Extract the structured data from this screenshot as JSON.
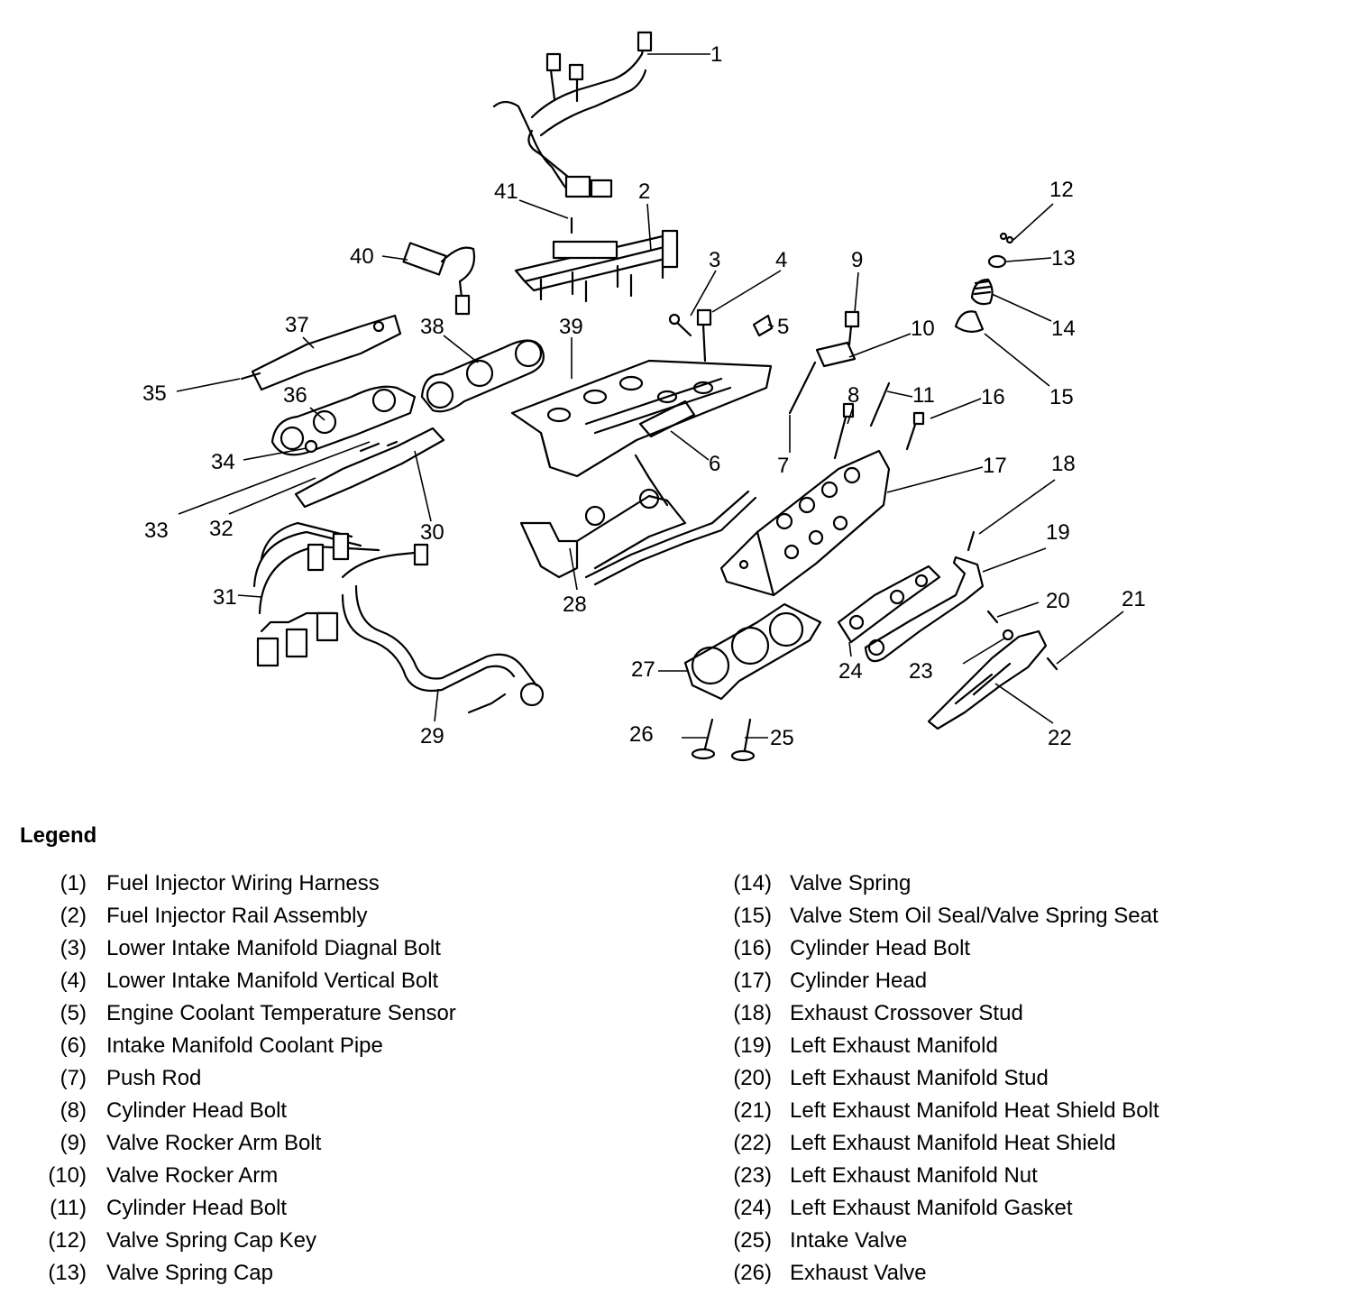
{
  "callouts": [
    "1",
    "2",
    "3",
    "4",
    "5",
    "6",
    "7",
    "8",
    "9",
    "10",
    "11",
    "12",
    "13",
    "14",
    "15",
    "16",
    "17",
    "18",
    "19",
    "20",
    "21",
    "22",
    "23",
    "24",
    "25",
    "26",
    "27",
    "28",
    "29",
    "30",
    "31",
    "32",
    "33",
    "34",
    "35",
    "36",
    "37",
    "38",
    "39",
    "40",
    "41"
  ],
  "legend": {
    "title": "Legend",
    "items": [
      {
        "num": "(1)",
        "label": "Fuel Injector Wiring Harness"
      },
      {
        "num": "(2)",
        "label": "Fuel Injector Rail Assembly"
      },
      {
        "num": "(3)",
        "label": "Lower Intake Manifold Diagnal Bolt"
      },
      {
        "num": "(4)",
        "label": "Lower Intake Manifold Vertical Bolt"
      },
      {
        "num": "(5)",
        "label": "Engine Coolant Temperature Sensor"
      },
      {
        "num": "(6)",
        "label": "Intake Manifold Coolant Pipe"
      },
      {
        "num": "(7)",
        "label": "Push Rod"
      },
      {
        "num": "(8)",
        "label": "Cylinder Head Bolt"
      },
      {
        "num": "(9)",
        "label": "Valve Rocker Arm Bolt"
      },
      {
        "num": "(10)",
        "label": "Valve Rocker Arm"
      },
      {
        "num": "(11)",
        "label": "Cylinder Head Bolt"
      },
      {
        "num": "(12)",
        "label": "Valve Spring Cap Key"
      },
      {
        "num": "(13)",
        "label": "Valve Spring Cap"
      },
      {
        "num": "(14)",
        "label": "Valve Spring"
      },
      {
        "num": "(15)",
        "label": "Valve Stem Oil Seal/Valve Spring Seat"
      },
      {
        "num": "(16)",
        "label": "Cylinder Head Bolt"
      },
      {
        "num": "(17)",
        "label": "Cylinder Head"
      },
      {
        "num": "(18)",
        "label": "Exhaust Crossover Stud"
      },
      {
        "num": "(19)",
        "label": "Left Exhaust Manifold"
      },
      {
        "num": "(20)",
        "label": "Left Exhaust Manifold Stud"
      },
      {
        "num": "(21)",
        "label": "Left Exhaust Manifold Heat Shield Bolt"
      },
      {
        "num": "(22)",
        "label": "Left Exhaust Manifold Heat Shield"
      },
      {
        "num": "(23)",
        "label": "Left Exhaust Manifold Nut"
      },
      {
        "num": "(24)",
        "label": "Left Exhaust Manifold Gasket"
      },
      {
        "num": "(25)",
        "label": "Intake Valve"
      },
      {
        "num": "(26)",
        "label": "Exhaust Valve"
      }
    ]
  }
}
